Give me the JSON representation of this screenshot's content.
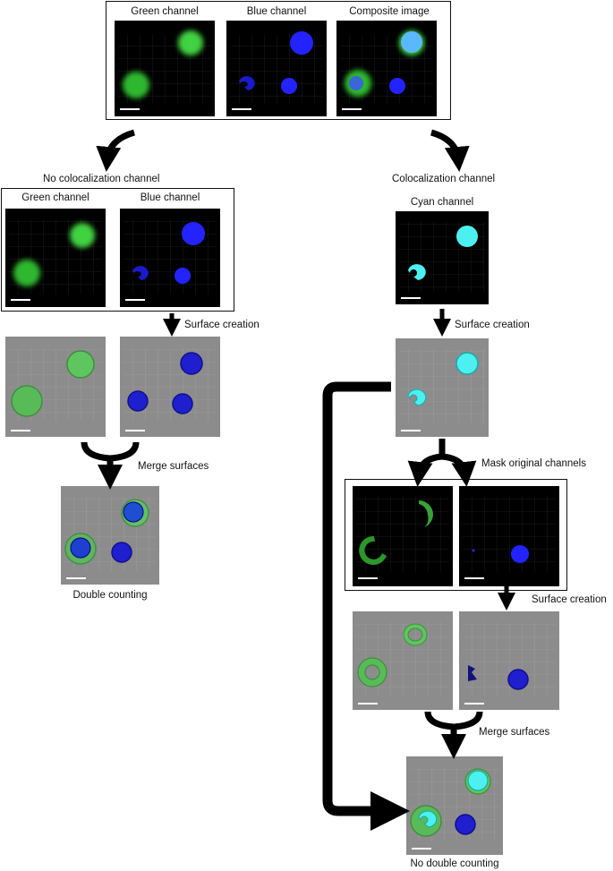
{
  "labels": {
    "top_green": "Green channel",
    "top_blue": "Blue channel",
    "top_composite": "Composite image",
    "no_coloc": "No colocalization channel",
    "coloc": "Colocalization channel",
    "left_green": "Green channel",
    "left_blue": "Blue channel",
    "cyan": "Cyan channel",
    "surface_creation_left": "Surface creation",
    "surface_creation_right": "Surface creation",
    "merge_left": "Merge surfaces",
    "mask": "Mask original channels",
    "surface_creation_masked": "Surface creation",
    "merge_right": "Merge surfaces",
    "double_counting": "Double counting",
    "no_double_counting": "No double counting"
  },
  "colors": {
    "background_dark": "#000000",
    "background_surface": "#8c8c8c",
    "green": "#3fd23f",
    "blue": "#2323ff",
    "cyan": "#4cf0f0",
    "arrow": "#000000"
  }
}
